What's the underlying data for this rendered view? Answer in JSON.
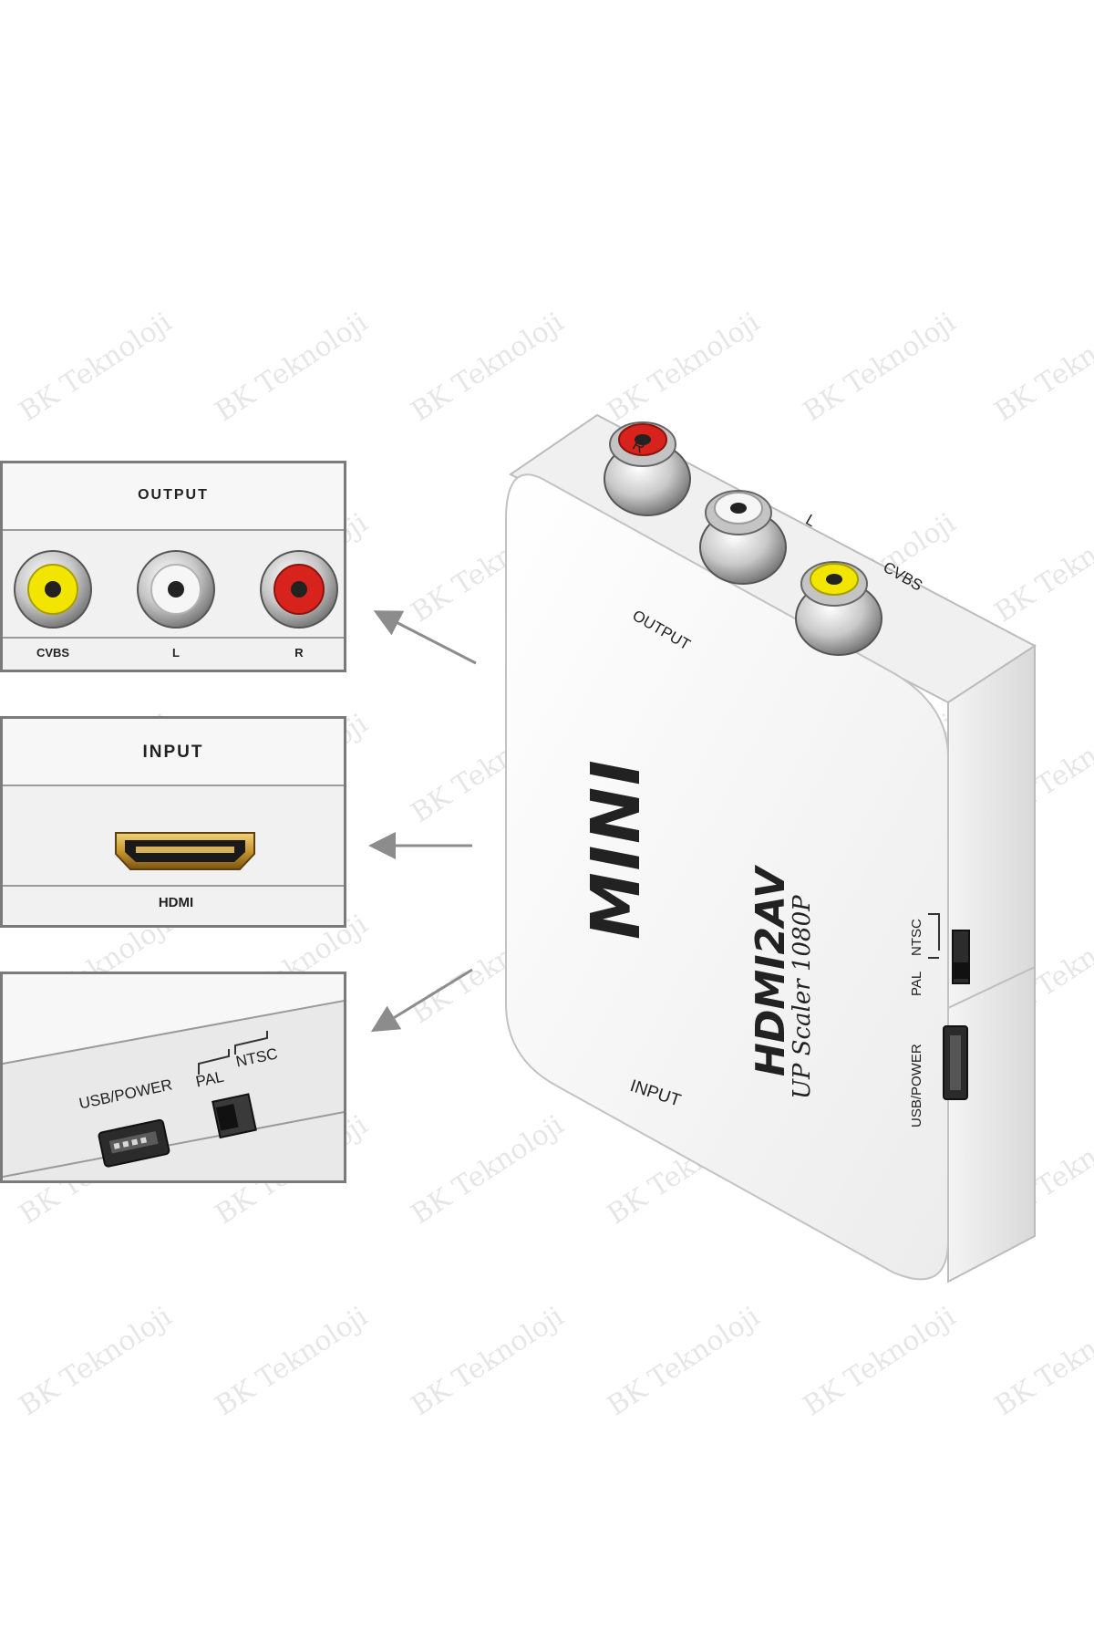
{
  "watermark": "BK Teknoloji",
  "panels": {
    "output": {
      "title": "OUTPUT",
      "ports": [
        "CVBS",
        "L",
        "R"
      ]
    },
    "input": {
      "title": "INPUT",
      "port": "HDMI"
    },
    "power": {
      "usb_label": "USB/POWER",
      "pal_label": "PAL",
      "ntsc_label": "NTSC"
    }
  },
  "device": {
    "logo": "MINI",
    "model": "HDMI2AV",
    "subtitle": "UP Scaler 1080P",
    "top_output_label": "OUTPUT",
    "top_ports": [
      "R",
      "L",
      "CVBS"
    ],
    "front_input_label": "INPUT",
    "side_usb_label": "USB/POWER",
    "side_pal_label": "PAL",
    "side_ntsc_label": "NTSC"
  },
  "colors": {
    "yellow_jack": "#f2e600",
    "white_jack": "#f4f4f4",
    "red_jack": "#d8231c",
    "hdmi_gold": "#c9962e"
  }
}
